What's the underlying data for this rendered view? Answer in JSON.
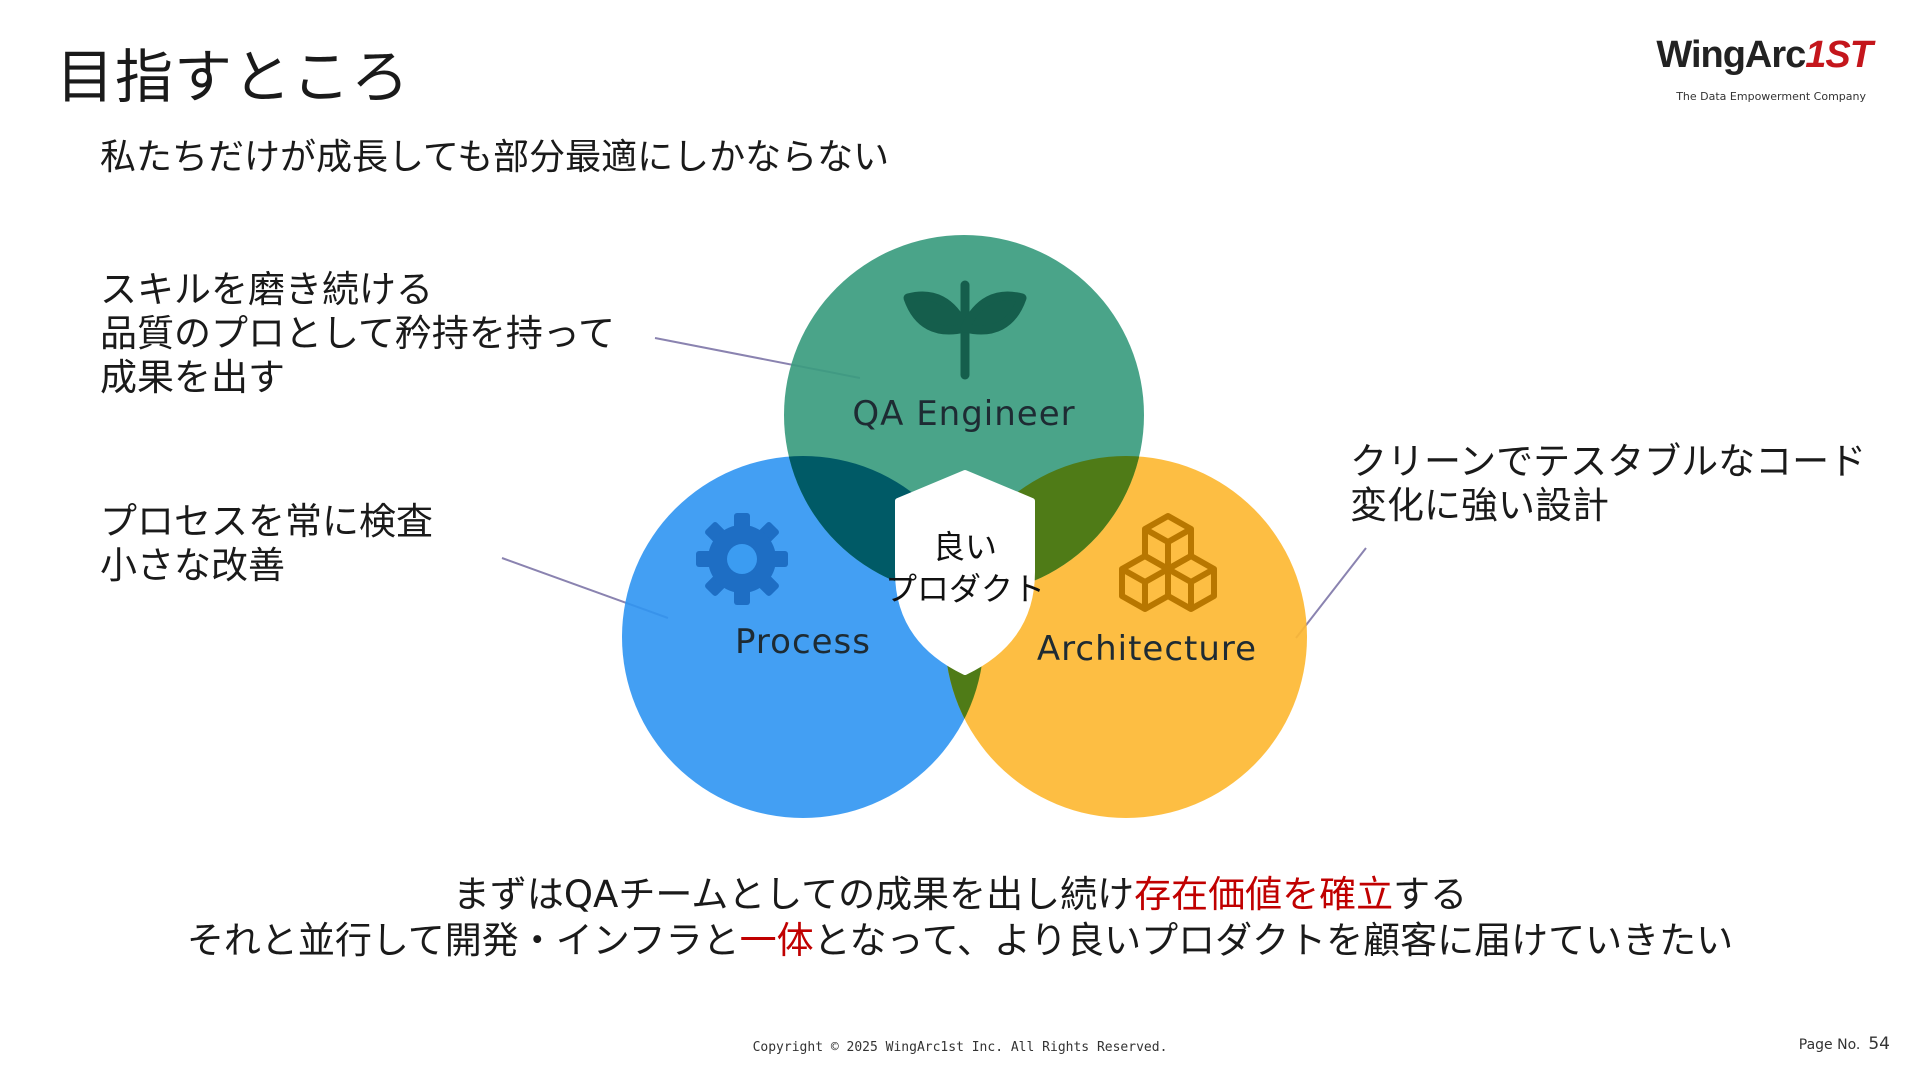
{
  "slide": {
    "title": "目指すところ",
    "subtitle": "私たちだけが成長しても部分最適にしかならない"
  },
  "logo": {
    "brand": "WingArc",
    "brand_suffix": "1ST",
    "tagline": "The Data Empowerment Company",
    "accent_color": "#c4161c"
  },
  "venn": {
    "qa": {
      "label": "QA Engineer",
      "icon": "sprout-icon",
      "color": "#3b9c7f"
    },
    "process": {
      "label": "Process",
      "icon": "gear-icon",
      "color": "#2f95f2"
    },
    "architecture": {
      "label": "Architecture",
      "icon": "cubes-icon",
      "color": "#fdb833"
    },
    "center": {
      "line1": "良い",
      "line2": "プロダクト",
      "icon": "shield-shape"
    }
  },
  "annotations": {
    "qa": [
      "スキルを磨き続ける",
      "品質のプロとして矜持を持って",
      "成果を出す"
    ],
    "process": [
      "プロセスを常に検査",
      "小さな改善"
    ],
    "architecture": [
      "クリーンでテスタブルなコード",
      "変化に強い設計"
    ]
  },
  "conclusion": {
    "line1_before": "まずはQAチームとしての成果を出し続け",
    "line1_highlight": "存在価値を確立",
    "line1_after": "する",
    "line2_before": "それと並行して開発・インフラと",
    "line2_highlight": "一体",
    "line2_after": "となって、より良いプロダクトを顧客に届けていきたい",
    "highlight_color": "#c00000"
  },
  "footer": {
    "copyright": "Copyright © 2025 WingArc1st Inc.  All Rights Reserved.",
    "page_label": "Page No.",
    "page_number": "54"
  }
}
